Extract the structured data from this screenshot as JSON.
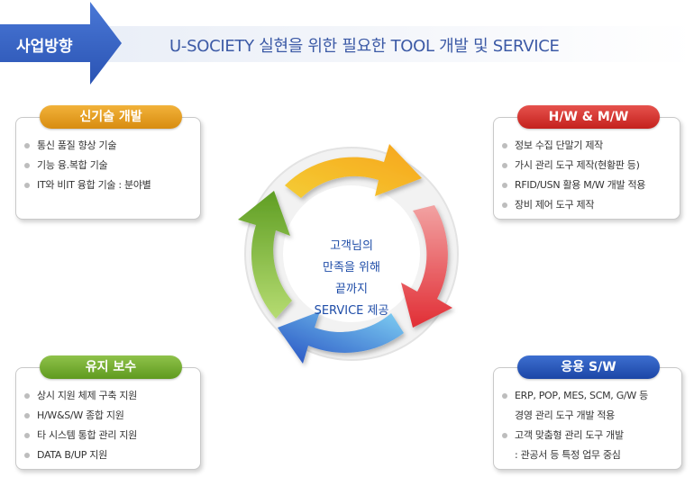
{
  "header": {
    "tag": "사업방향",
    "title": "U-SOCIETY 실현을 위한 필요한 TOOL 개발 및 SERVICE"
  },
  "center": {
    "lines": [
      "고객님의",
      "만족을 위해",
      "끝까지",
      "SERVICE 제공"
    ]
  },
  "boxes": {
    "top_left": {
      "title": "신기술 개발",
      "items": [
        "통신 품질 향상 기술",
        "기능 융.복합 기술",
        "IT와 비IT 융합 기술 : 분야별"
      ]
    },
    "top_right": {
      "title": "H/W & M/W",
      "items": [
        "정보 수집 단말기 제작",
        "가시 관리 도구 제작(현황판 등)",
        "RFID/USN 활용 M/W 개발 적용",
        "장비 제어 도구 제작"
      ]
    },
    "bottom_left": {
      "title": "유지 보수",
      "items": [
        "상시 지원 체제 구축 지원",
        "H/W&S/W 종합 지원",
        "타 시스템 통합 관리 지원",
        "DATA B/UP 지원"
      ]
    },
    "bottom_right": {
      "title": "응용 S/W",
      "items": [
        "ERP, POP, MES, SCM, G/W 등",
        "경영 관리 도구 개발 적용",
        "고객 맞춤형 관리 도구 개발",
        ": 관공서 등 특정 업무 중심"
      ]
    }
  },
  "colors": {
    "header_blue": "#3c5aa6",
    "arrow_yellow": "#f7c623",
    "arrow_red": "#e63b3b",
    "arrow_blue": "#2f63cf",
    "arrow_green": "#86bd3a"
  }
}
